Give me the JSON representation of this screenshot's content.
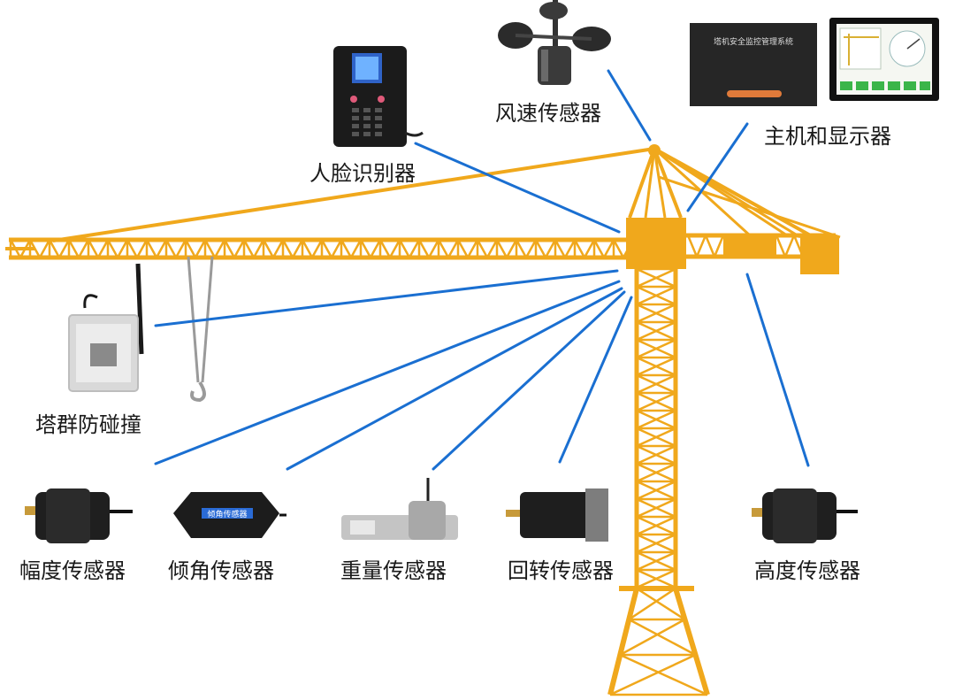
{
  "labels": {
    "wind_speed_sensor": "风速传感器",
    "host_and_display": "主机和显示器",
    "face_recognizer": "人脸识别器",
    "anti_collision": "塔群防碰撞",
    "amplitude_sensor": "幅度传感器",
    "tilt_sensor": "倾角传感器",
    "weight_sensor": "重量传感器",
    "slewing_sensor": "回转传感器",
    "height_sensor": "高度传感器"
  },
  "device_text": {
    "host_screen_title": "塔机安全监控管理系统",
    "tilt_sensor_label": "倾角传感器"
  },
  "colors": {
    "crane": "#F0A81C",
    "connector_line": "#1A6FD1",
    "device_body": "#1e1e1e"
  }
}
